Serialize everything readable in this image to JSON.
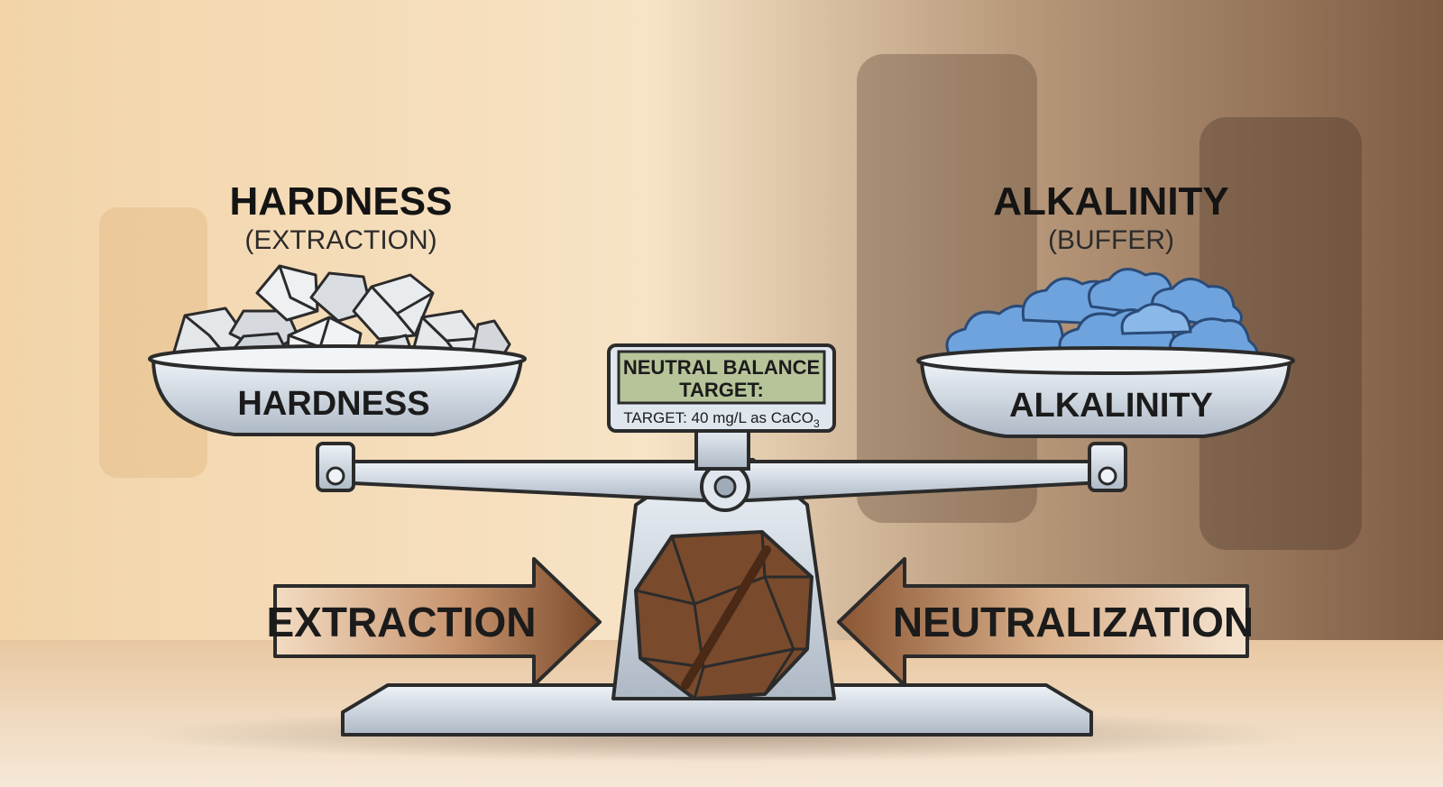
{
  "left": {
    "title": "HARDNESS",
    "subtitle": "(EXTRACTION)",
    "pan_label": "HARDNESS"
  },
  "right": {
    "title": "ALKALINITY",
    "subtitle": "(BUFFER)",
    "pan_label": "ALKALINITY"
  },
  "display": {
    "line1": "NEUTRAL BALANCE",
    "line2": "TARGET:",
    "target_prefix": "TARGET: 40 mg/L as CaCO",
    "target_sub": "3"
  },
  "arrows": {
    "left_label": "EXTRACTION",
    "right_label": "NEUTRALIZATION"
  },
  "colors": {
    "bg_light": "#f4dcb8",
    "bg_dark": "#4a3426",
    "metal": "#cfd8e3",
    "outline": "#2b2b2b",
    "cloud": "#6ea3de",
    "coffee_bean": "#7a4a2c",
    "display_screen": "#b7c49a",
    "arrow_brown": "#8a5533",
    "arrow_tan": "#e7c7a4"
  }
}
